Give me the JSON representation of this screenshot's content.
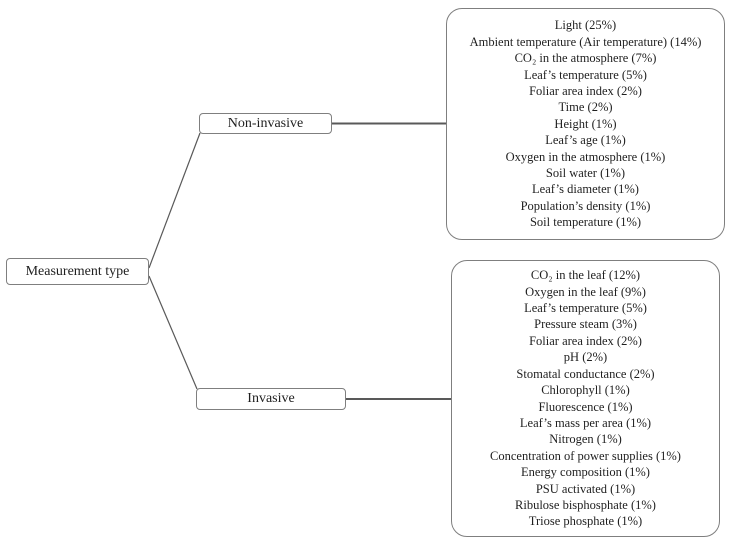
{
  "diagram": {
    "root": {
      "label": "Measurement type"
    },
    "branches": [
      {
        "label": "Non-invasive",
        "items": [
          "Light (25%)",
          "Ambient temperature (Air temperature) (14%)",
          "CO₂ in the atmosphere (7%)",
          "Leaf’s temperature (5%)",
          "Foliar area index (2%)",
          "Time (2%)",
          "Height (1%)",
          "Leaf’s age (1%)",
          "Oxygen in the atmosphere (1%)",
          "Soil water (1%)",
          "Leaf’s diameter (1%)",
          "Population’s density (1%)",
          "Soil temperature (1%)"
        ]
      },
      {
        "label": "Invasive",
        "items": [
          "CO₂ in the leaf (12%)",
          "Oxygen in the leaf (9%)",
          "Leaf’s temperature (5%)",
          "Pressure steam (3%)",
          "Foliar area index (2%)",
          "pH (2%)",
          "Stomatal conductance (2%)",
          "Chlorophyll (1%)",
          "Fluorescence (1%)",
          "Leaf’s mass per area (1%)",
          "Nitrogen (1%)",
          "Concentration of power supplies (1%)",
          "Energy composition (1%)",
          "PSU activated (1%)",
          "Ribulose bisphosphate (1%)",
          "Triose phosphate (1%)"
        ]
      }
    ],
    "colors": {
      "border": "#7f7f7f",
      "connector": "#595959",
      "text": "#1f1f1f",
      "background": "#ffffff"
    }
  }
}
